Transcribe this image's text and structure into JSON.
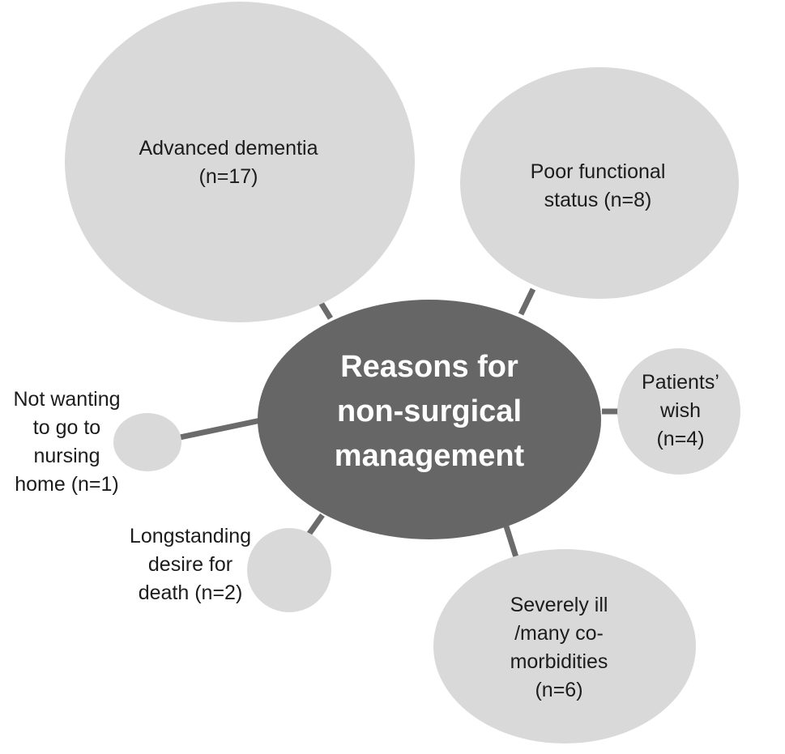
{
  "center": {
    "lines": [
      "Reasons for",
      "non-surgical",
      "management"
    ]
  },
  "reasons": [
    {
      "id": "advanced-dementia",
      "lines": [
        "Advanced dementia",
        "(n=17)"
      ],
      "n": 17
    },
    {
      "id": "poor-functional-status",
      "lines": [
        "Poor functional",
        "status (n=8)"
      ],
      "n": 8
    },
    {
      "id": "patients-wish",
      "lines": [
        "Patients’",
        "wish",
        "(n=4)"
      ],
      "n": 4
    },
    {
      "id": "severely-ill",
      "lines": [
        "Severely ill",
        "/many co-",
        "morbidities",
        "(n=6)"
      ],
      "n": 6
    },
    {
      "id": "longstanding-desire",
      "lines": [
        "Longstanding",
        "desire for",
        "death (n=2)"
      ],
      "n": 2
    },
    {
      "id": "not-wanting-nursing-home",
      "lines": [
        "Not wanting",
        "to go to",
        "nursing",
        "home (n=1)"
      ],
      "n": 1
    }
  ],
  "colors": {
    "bubble": "#d9d9d9",
    "center": "#666666",
    "connector": "#6b6b6b",
    "center_text": "#ffffff",
    "label_text": "#1c1c1c"
  }
}
